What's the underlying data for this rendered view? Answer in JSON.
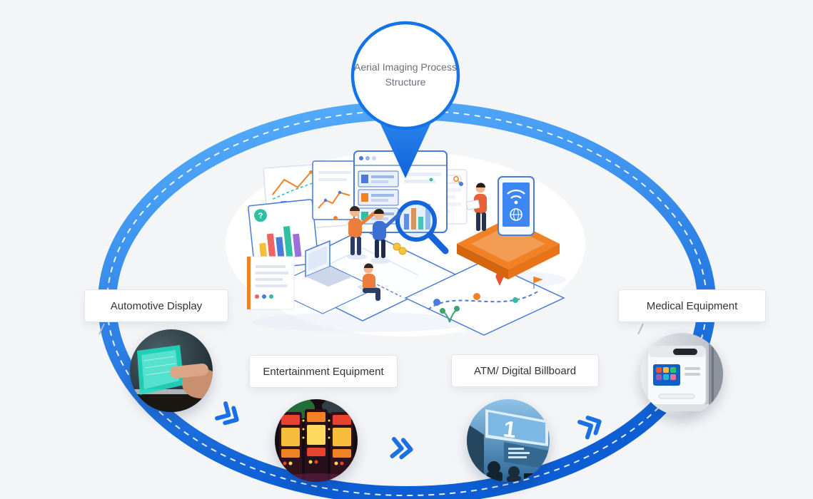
{
  "badge": {
    "line1": "Aerial Imaging Process",
    "line2": "Structure"
  },
  "nodes": [
    {
      "id": "automotive-display",
      "label": "Automotive Display"
    },
    {
      "id": "entertainment-equipment",
      "label": "Entertainment Equipment"
    },
    {
      "id": "atm-digital-billboard",
      "label": "ATM/ Digital Billboard"
    },
    {
      "id": "medical-equipment",
      "label": "Medical Equipment"
    }
  ],
  "illustration": {
    "question_mark": "?"
  },
  "photos": {
    "atm_billboard_text": "1"
  },
  "icons": {
    "flow_arrow": "double-chevron-right-icon",
    "magnifier": "magnifier-icon",
    "wifi_globe": "wifi-globe-icon",
    "location_pin": "location-pin-icon",
    "flag": "flag-icon"
  },
  "colors": {
    "background": "#f4f5f7",
    "ring_gradient_start": "#58b0fd",
    "ring_gradient_end": "#0d5ed4",
    "arrow_blue": "#1b70e4",
    "badge_border": "#1473e6",
    "badge_text": "#68727c",
    "label_text": "#333333",
    "label_border": "#e3e4e8"
  }
}
